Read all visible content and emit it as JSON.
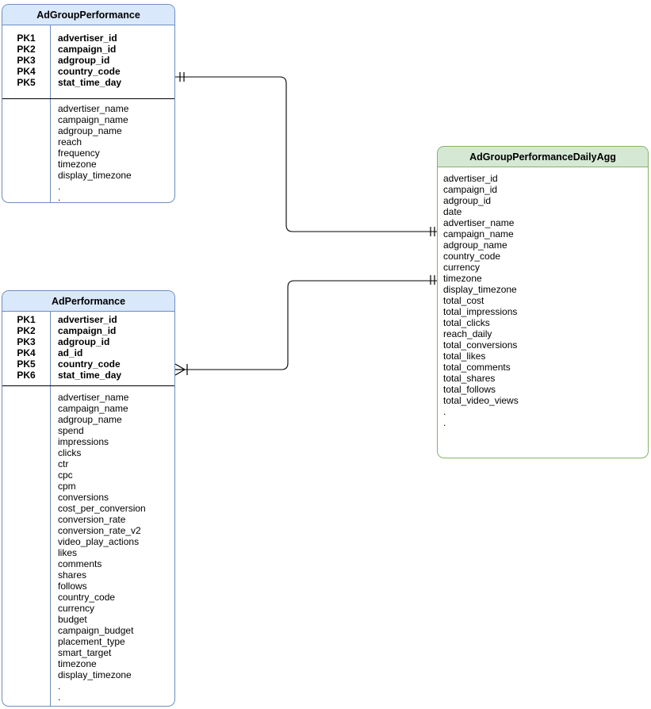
{
  "diagram": {
    "type": "entity-relationship",
    "tables": [
      {
        "title": "AdGroupPerformance",
        "theme": {
          "header_fill": "#dae8fc",
          "border": "#6c8ebf"
        },
        "primary_keys": [
          {
            "key": "PK1",
            "field": "advertiser_id"
          },
          {
            "key": "PK2",
            "field": "campaign_id"
          },
          {
            "key": "PK3",
            "field": "adgroup_id"
          },
          {
            "key": "PK4",
            "field": "country_code"
          },
          {
            "key": "PK5",
            "field": "stat_time_day"
          }
        ],
        "fields": [
          "advertiser_name",
          "campaign_name",
          "adgroup_name",
          "reach",
          "frequency",
          "timezone",
          "display_timezone",
          ".",
          "."
        ]
      },
      {
        "title": "AdPerformance",
        "theme": {
          "header_fill": "#dae8fc",
          "border": "#6c8ebf"
        },
        "primary_keys": [
          {
            "key": "PK1",
            "field": "advertiser_id"
          },
          {
            "key": "PK2",
            "field": "campaign_id"
          },
          {
            "key": "PK3",
            "field": "adgroup_id"
          },
          {
            "key": "PK4",
            "field": "ad_id"
          },
          {
            "key": "PK5",
            "field": "country_code"
          },
          {
            "key": "PK6",
            "field": "stat_time_day"
          }
        ],
        "fields": [
          "advertiser_name",
          "campaign_name",
          "adgroup_name",
          "spend",
          "impressions",
          "clicks",
          "ctr",
          "cpc",
          "cpm",
          "conversions",
          "cost_per_conversion",
          "conversion_rate",
          "conversion_rate_v2",
          "video_play_actions",
          "likes",
          "comments",
          "shares",
          "follows",
          "country_code",
          "currency",
          "budget",
          "campaign_budget",
          "placement_type",
          "smart_target",
          "timezone",
          "display_timezone",
          ".",
          "."
        ]
      },
      {
        "title": "AdGroupPerformanceDailyAgg",
        "theme": {
          "header_fill": "#d5e8d4",
          "border": "#82b366"
        },
        "primary_keys": [],
        "fields": [
          "advertiser_id",
          "campaign_id",
          "adgroup_id",
          "date",
          "advertiser_name",
          "campaign_name",
          "adgroup_name",
          "country_code",
          "currency",
          "timezone",
          "display_timezone",
          "total_cost",
          "total_impressions",
          "total_clicks",
          "reach_daily",
          "total_conversions",
          "total_likes",
          "total_comments",
          "total_shares",
          "total_follows",
          "total_video_views",
          ".",
          "."
        ]
      }
    ],
    "relationships": [
      {
        "from": "AdGroupPerformance",
        "to": "AdGroupPerformanceDailyAgg",
        "from_cardinality": "one-and-only-one",
        "to_cardinality": "one-and-only-one"
      },
      {
        "from": "AdPerformance",
        "to": "AdGroupPerformanceDailyAgg",
        "from_cardinality": "many",
        "to_cardinality": "one-and-only-one"
      }
    ],
    "colors": {
      "blue_fill": "#dae8fc",
      "blue_border": "#6c8ebf",
      "green_fill": "#d5e8d4",
      "green_border": "#82b366",
      "connector": "#000000"
    }
  }
}
